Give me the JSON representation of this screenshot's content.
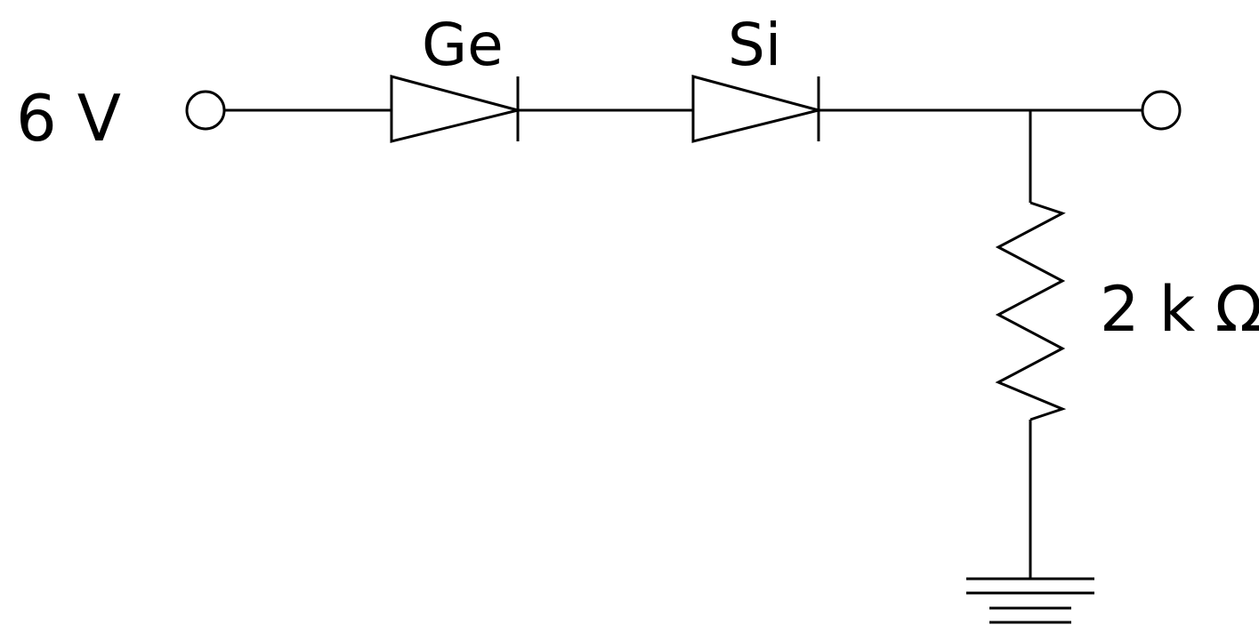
{
  "diagram": {
    "type": "circuit",
    "source": {
      "label": "6 V"
    },
    "diodes": [
      {
        "label": "Ge"
      },
      {
        "label": "Si"
      }
    ],
    "resistor": {
      "label": "2 k Ω"
    },
    "output_terminal": {
      "label": ""
    },
    "ground": {
      "label": ""
    },
    "colors": {
      "stroke": "#000000",
      "background": "#ffffff"
    }
  }
}
